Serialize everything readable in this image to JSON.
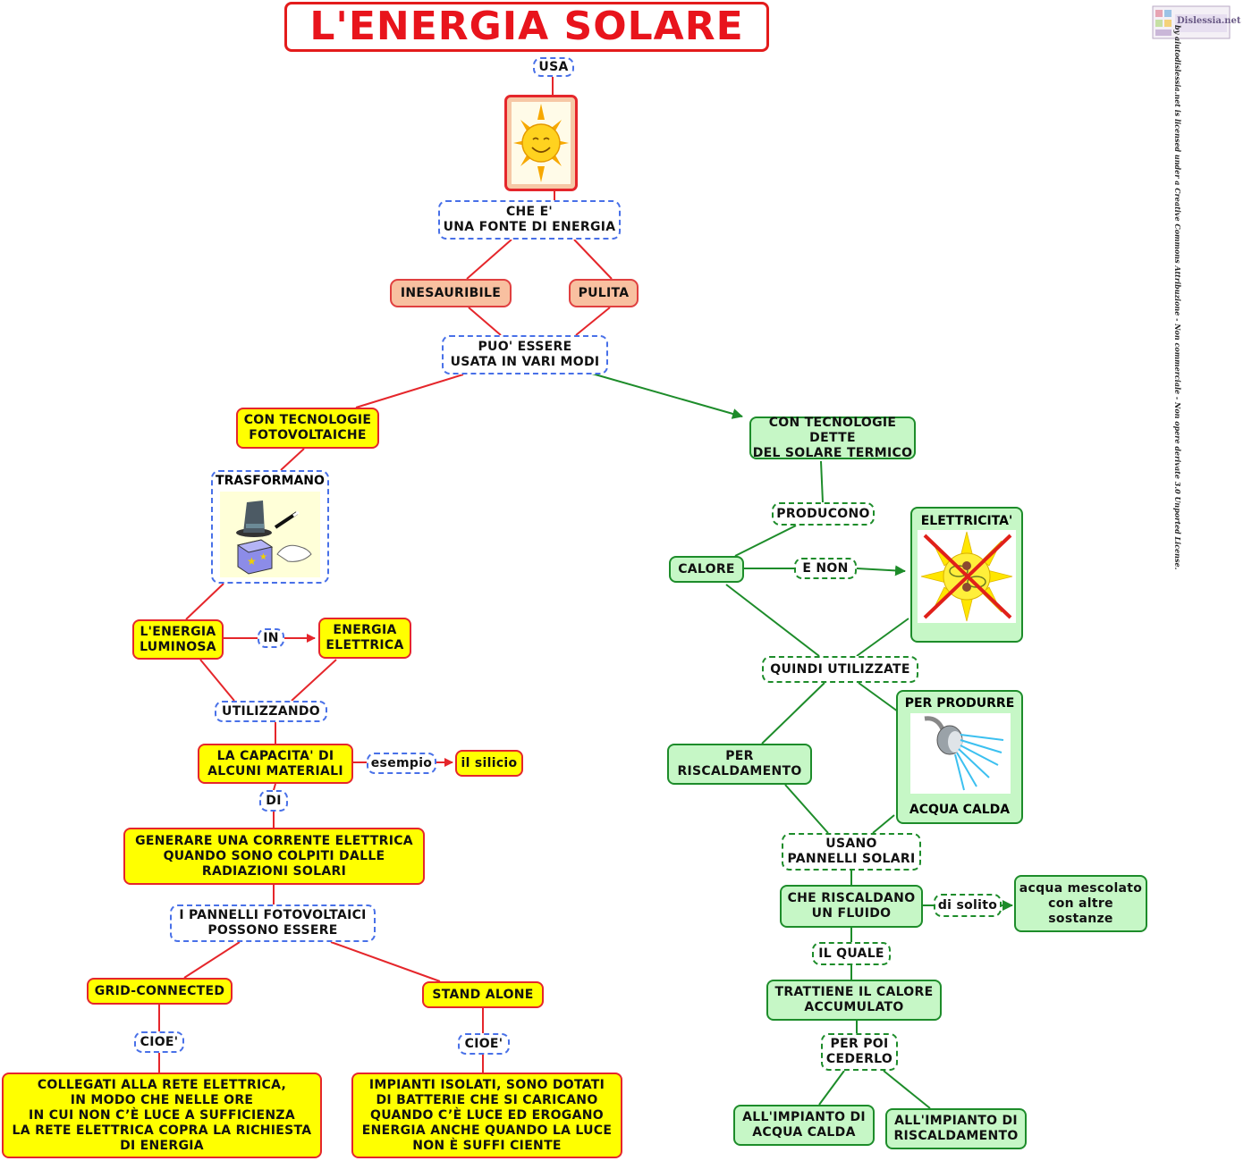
{
  "title": "L'ENERGIA SOLARE",
  "credit": "by aiutodislessia.net is licensed under a Creative Commons Attribuzione - Non commerciale - Non opere derivate 3.0 Unported License.",
  "logo_text": "Dislessia.net",
  "nodes": {
    "usa": "USA",
    "che_e": "CHE E'\nUNA FONTE DI ENERGIA",
    "inesauribile": "INESAURIBILE",
    "pulita": "PULITA",
    "puo_essere": "PUO' ESSERE\nUSATA IN VARI MODI",
    "fotovoltaiche": "CON TECNOLOGIE\nFOTOVOLTAICHE",
    "trasformano": "TRASFORMANO",
    "energia_luminosa": "L'ENERGIA\nLUMINOSA",
    "in": "IN",
    "energia_elettrica": "ENERGIA\nELETTRICA",
    "utilizzando": "UTILIZZANDO",
    "capacita": "LA CAPACITA' DI\nALCUNI MATERIALI",
    "esempio": "esempio",
    "silicio": "il silicio",
    "di": "DI",
    "generare": "GENERARE UNA CORRENTE ELETTRICA\nQUANDO SONO COLPITI DALLE\nRADIAZIONI SOLARI",
    "pannelli_fotovoltaici": "I PANNELLI FOTOVOLTAICI\nPOSSONO ESSERE",
    "grid": "GRID-CONNECTED",
    "stand_alone": "STAND  ALONE",
    "cioe_left": "CIOE'",
    "cioe_right": "CIOE'",
    "collegati": "COLLEGATI  ALLA RETE  ELETTRICA,\nIN  MODO  CHE  NELLE ORE\nIN CUI NON C’È LUCE A SUFFICIENZA\nLA RETE ELETTRICA COPRA LA RICHIESTA\nDI  ENERGIA",
    "isolati": "IMPIANTI  ISOLATI, SONO DOTATI\nDI BATTERIE CHE SI CARICANO\nQUANDO  C’È  LUCE  ED  EROGANO\nENERGIA ANCHE QUANDO LA LUCE\nNON È  SUFFI CIENTE",
    "solare_termico": "CON TECNOLOGIE DETTE\nDEL SOLARE TERMICO",
    "producono": "PRODUCONO",
    "calore": "CALORE",
    "e_non": "E NON",
    "elettricita": "ELETTRICITA'",
    "quindi": "QUINDI UTILIZZATE",
    "riscaldamento": "PER\nRISCALDAMENTO",
    "per_produrre": "PER PRODURRE",
    "acqua_calda": "ACQUA CALDA",
    "usano": "USANO\nPANNELLI SOLARI",
    "che_riscaldano": "CHE RISCALDANO\nUN FLUIDO",
    "di_solito": "di solito",
    "acqua_mescolato": "acqua mescolato\ncon altre\nsostanze",
    "il_quale": "IL QUALE",
    "trattiene": "TRATTIENE IL CALORE\nACCUMULATO",
    "per_poi": "PER POI\nCEDERLO",
    "impianto_acqua": "ALL'IMPIANTO DI\nACQUA CALDA",
    "impianto_risc": "ALL'IMPIANTO DI\nRISCALDAMENTO"
  },
  "colors": {
    "red_line": "#e5262b",
    "green_line": "#1d8c2a",
    "yellow_fill": "#ffff00",
    "green_fill": "#c6f7c6",
    "salmon_fill": "#f8c0a0",
    "blue_dash": "#4870e8"
  },
  "icons": [
    "sun-icon",
    "magic-hat-icon",
    "crossed-sun-icon",
    "shower-icon",
    "logo-icon"
  ]
}
